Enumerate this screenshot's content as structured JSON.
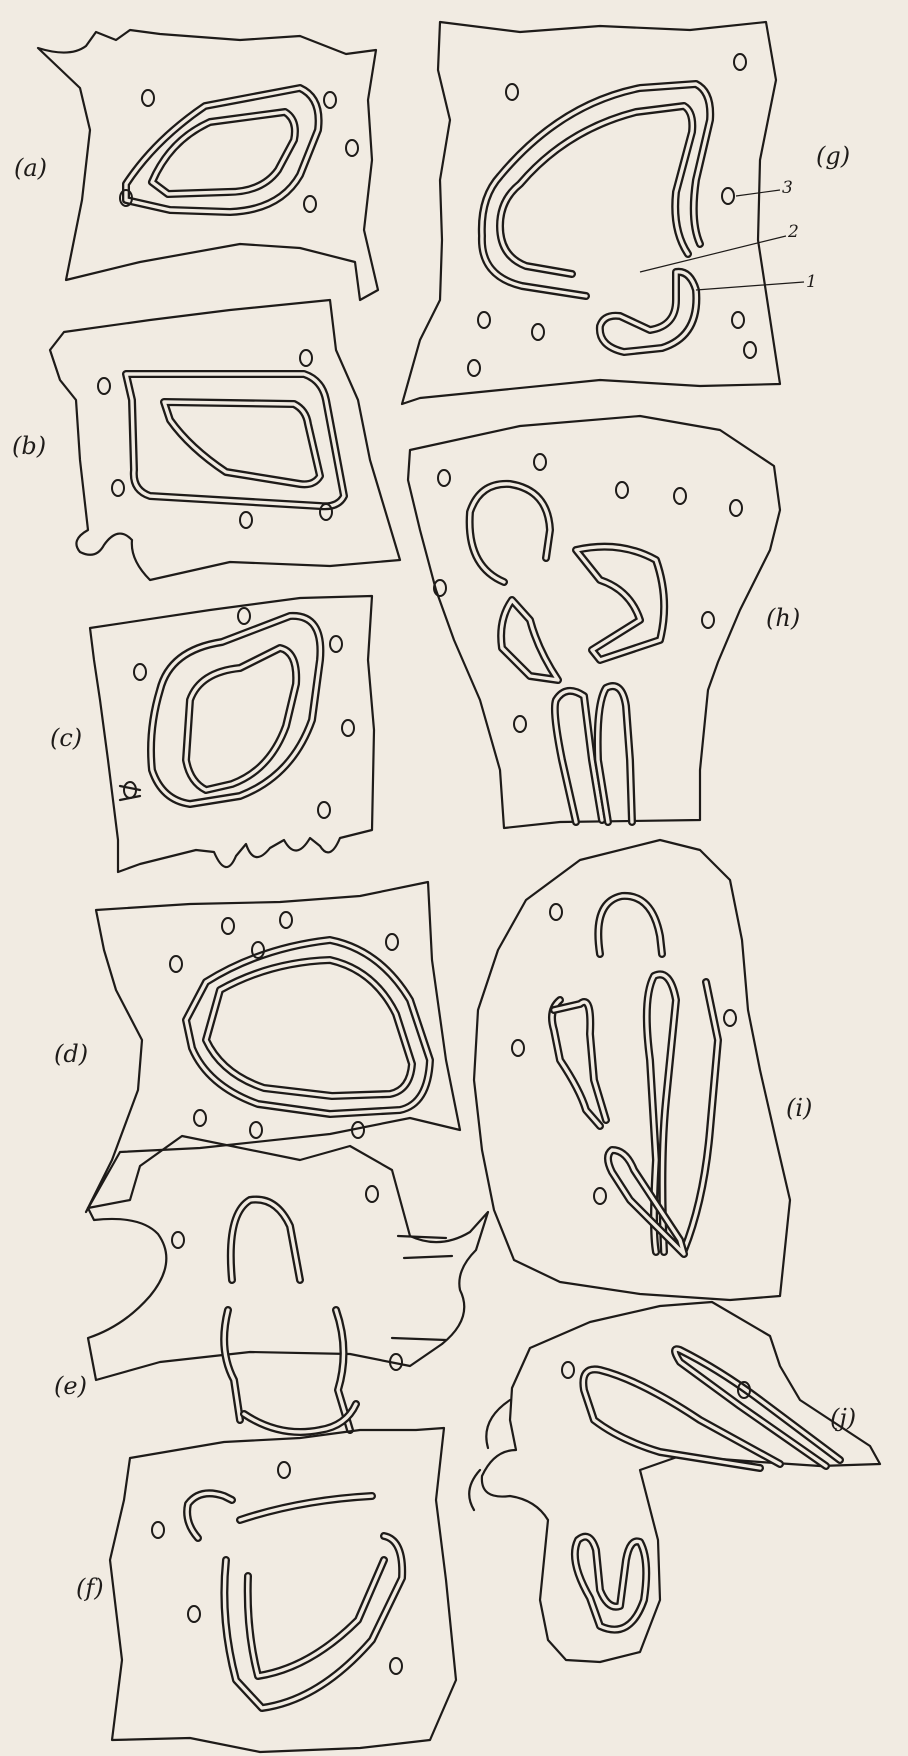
{
  "panels": {
    "a": {
      "label": "(a)"
    },
    "b": {
      "label": "(b)"
    },
    "c": {
      "label": "(c)"
    },
    "d": {
      "label": "(d)"
    },
    "e": {
      "label": "(e)"
    },
    "f": {
      "label": "(f)"
    },
    "g": {
      "label": "(g)",
      "callouts": [
        "3",
        "2",
        "1"
      ]
    },
    "h": {
      "label": "(h)"
    },
    "i": {
      "label": "(i)"
    },
    "j": {
      "label": "(j)"
    }
  }
}
